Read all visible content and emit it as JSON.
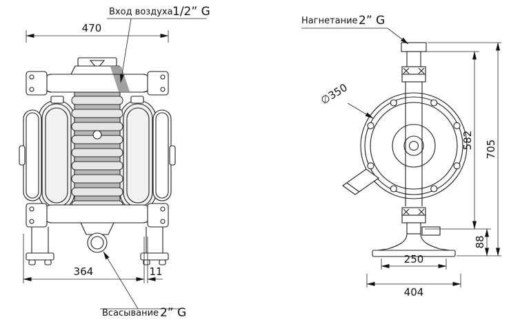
{
  "front_view": {
    "air_inlet_label": "Вход воздуха",
    "air_inlet_size": "1/2” G",
    "suction_label": "Всасывание",
    "suction_size": "2” G",
    "dim_width_top": "470",
    "dim_width_bottom": "364",
    "dim_offset": "11"
  },
  "side_view": {
    "discharge_label": "Нагнетание",
    "discharge_size": "2” G",
    "dim_diameter": "∅350",
    "dim_height_upper": "582",
    "dim_height_total": "705",
    "dim_foot_height": "88",
    "dim_base_inner": "250",
    "dim_base_outer": "404"
  }
}
